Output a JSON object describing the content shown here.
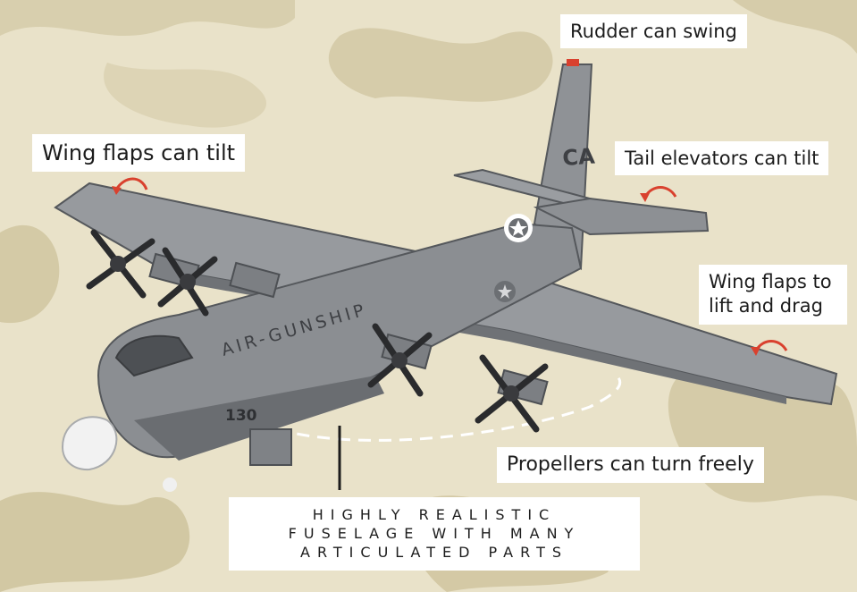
{
  "callouts": {
    "rudder": "Rudder can swing",
    "wing_flaps_tilt": "Wing flaps can tilt",
    "tail_elevators": "Tail elevators can tilt",
    "wing_flaps_lift": "Wing flaps to lift and drag",
    "propellers": "Propellers can turn freely",
    "fuselage_lines": [
      "HIGHLY REALISTIC",
      "FUSELAGE WITH MANY",
      "ARTICULATED PARTS"
    ]
  },
  "model_markings": {
    "tail_code": "CA",
    "fuselage_name": "AIR-GUNSHIP",
    "fuselage_number": "130"
  },
  "colors": {
    "background": "#e9e2c9",
    "camo_patch": "#d6ccaa",
    "plane_gray": "#8f9296",
    "plane_dark": "#5d6064",
    "arrow_red": "#d9412e",
    "callout_bg": "#ffffff"
  }
}
